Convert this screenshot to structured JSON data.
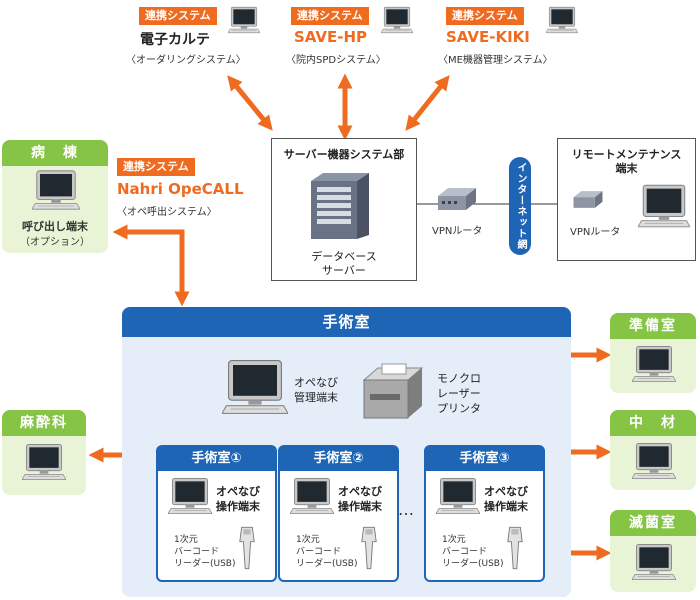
{
  "badge_label": "連携システム",
  "top_systems": [
    {
      "name": "電子カルテ",
      "sub": "〈オーダリングシステム〉"
    },
    {
      "name": "SAVE-HP",
      "sub": "〈院内SPDシステム〉"
    },
    {
      "name": "SAVE-KIKI",
      "sub": "〈ME機器管理システム〉"
    }
  ],
  "nahri": {
    "name": "Nahri OpeCALL",
    "sub": "〈オペ呼出システム〉"
  },
  "ward": {
    "title": "病　棟",
    "line1": "呼び出し端末",
    "line2": "（オプション）"
  },
  "server_section": {
    "title": "サーバー機器システム部",
    "server_line1": "データベース",
    "server_line2": "サーバー",
    "router": "VPNルータ"
  },
  "internet_label": "インターネット網",
  "remote": {
    "title_line1": "リモートメンテナンス",
    "title_line2": "端末",
    "router": "VPNルータ"
  },
  "or_panel": {
    "title": "手術室",
    "terminal_line1": "オペなび",
    "terminal_line2": "管理端末",
    "printer_line1": "モノクロ",
    "printer_line2": "レーザー",
    "printer_line3": "プリンタ",
    "rooms": [
      {
        "title": "手術室①"
      },
      {
        "title": "手術室②"
      },
      {
        "title": "手術室③"
      }
    ],
    "room_terminal_line1": "オペなび",
    "room_terminal_line2": "操作端末",
    "scanner_line1": "1次元",
    "scanner_line2": "バーコード",
    "scanner_line3": "リーダー(USB)",
    "ellipsis": "…"
  },
  "right_depts": [
    {
      "title": "準備室"
    },
    {
      "title": "中　材"
    },
    {
      "title": "滅菌室"
    }
  ],
  "anesthesia": {
    "title": "麻酔科"
  },
  "colors": {
    "accent_orange": "#ee6b1f",
    "or_blue": "#1f65b5",
    "dept_green": "#86c446",
    "panel_green": "#e9f4d6",
    "panel_blue": "#e4edf8"
  }
}
